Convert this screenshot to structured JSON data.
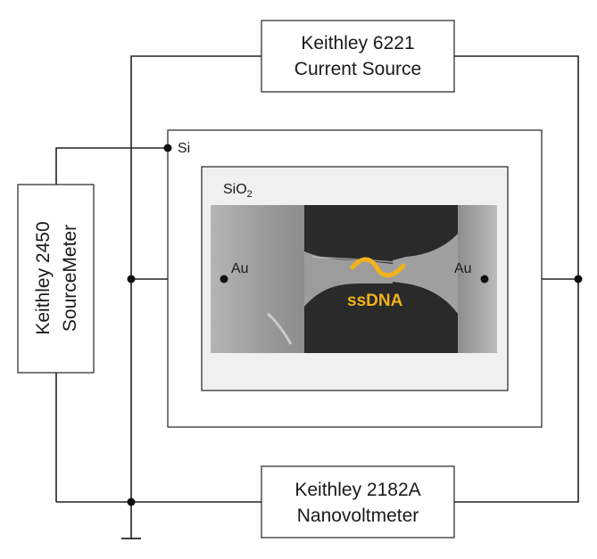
{
  "colors": {
    "dna": "#f2b21b",
    "substrate_fill": "#f0f0f0",
    "sem_dark": "#2a2a2a",
    "sem_light": "#a8a8a8"
  },
  "instruments": {
    "current_source": {
      "line1": "Keithley 6221",
      "line2": "Current Source"
    },
    "sourcemeter": {
      "line1": "Keithley 2450",
      "line2": "SourceMeter"
    },
    "nanovoltmeter": {
      "line1": "Keithley 2182A",
      "line2": "Nanovoltmeter"
    }
  },
  "labels": {
    "si": "Si",
    "sio2_base": "SiO",
    "sio2_sub": "2",
    "au_left": "Au",
    "au_right": "Au",
    "dna": "ssDNA"
  },
  "icons": {
    "ground": "ground-symbol-icon",
    "dna_strand": "dna-strand-icon"
  }
}
